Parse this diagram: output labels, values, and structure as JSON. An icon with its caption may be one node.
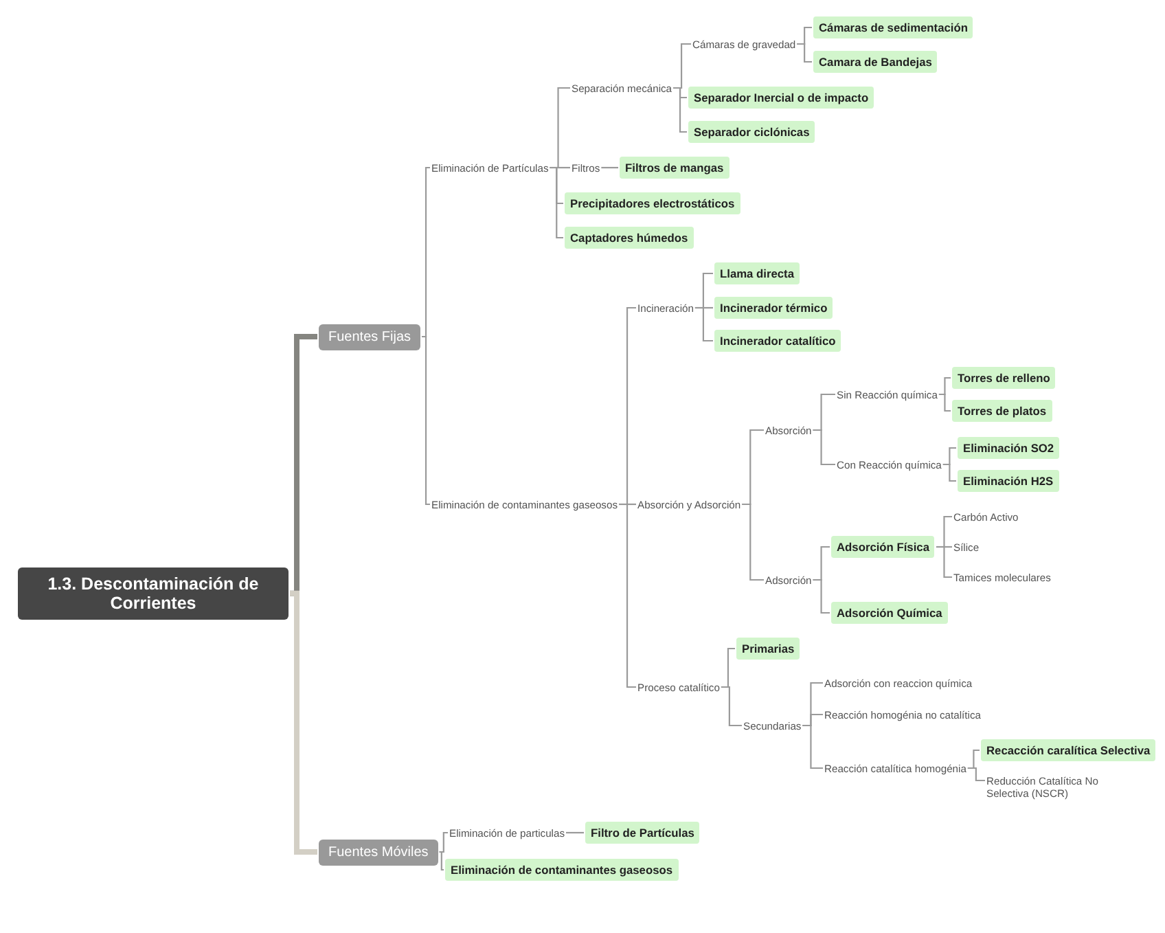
{
  "diagram": {
    "nodes": [
      {
        "text": [
          "1.3. Descontaminación de Corrientes"
        ]
      },
      {
        "text": [
          "Fuentes Fijas"
        ]
      },
      {
        "text": [
          "Fuentes Móviles"
        ]
      },
      {
        "text": [
          "Eliminación de Partículas"
        ]
      },
      {
        "text": [
          "Separación mecánica"
        ]
      },
      {
        "text": [
          "Cámaras de gravedad"
        ]
      },
      {
        "text": [
          "Cámaras de sedimentación"
        ]
      },
      {
        "text": [
          "Camara de Bandejas"
        ]
      },
      {
        "text": [
          "Separador Inercial o de impacto"
        ]
      },
      {
        "text": [
          "Separador ciclónicas"
        ]
      },
      {
        "text": [
          "Filtros"
        ]
      },
      {
        "text": [
          "Filtros de mangas"
        ]
      },
      {
        "text": [
          "Precipitadores electrostáticos"
        ]
      },
      {
        "text": [
          "Captadores húmedos"
        ]
      },
      {
        "text": [
          "Eliminación de contaminantes gaseosos"
        ]
      },
      {
        "text": [
          "Incineración"
        ]
      },
      {
        "text": [
          "Llama directa"
        ]
      },
      {
        "text": [
          "Incinerador térmico"
        ]
      },
      {
        "text": [
          "Incinerador catalítico"
        ]
      },
      {
        "text": [
          "Absorción y Adsorción"
        ]
      },
      {
        "text": [
          "Absorción"
        ]
      },
      {
        "text": [
          "Sin Reacción química"
        ]
      },
      {
        "text": [
          "Torres de relleno"
        ]
      },
      {
        "text": [
          "Torres de platos"
        ]
      },
      {
        "text": [
          "Con Reacción química"
        ]
      },
      {
        "text": [
          "Eliminación SO2"
        ]
      },
      {
        "text": [
          "Eliminación H2S"
        ]
      },
      {
        "text": [
          "Adsorción"
        ]
      },
      {
        "text": [
          "Adsorción Física"
        ]
      },
      {
        "text": [
          "Carbón Activo"
        ]
      },
      {
        "text": [
          "Sílice"
        ]
      },
      {
        "text": [
          "Tamices moleculares"
        ]
      },
      {
        "text": [
          "Adsorción Química"
        ]
      },
      {
        "text": [
          "Proceso catalítico"
        ]
      },
      {
        "text": [
          "Primarias"
        ]
      },
      {
        "text": [
          "Secundarias"
        ]
      },
      {
        "text": [
          "Adsorción con reaccion química"
        ]
      },
      {
        "text": [
          "Reacción homogénia no catalítica"
        ]
      },
      {
        "text": [
          "Reacción catalítica homogénia"
        ]
      },
      {
        "text": [
          "Recacción caralítica Selectiva"
        ]
      },
      {
        "text": [
          "Reducción Catalítica No Selectiva (NSCR)"
        ]
      },
      {
        "text": [
          "Eliminación de particulas"
        ]
      },
      {
        "text": [
          "Filtro de Partículas"
        ]
      },
      {
        "text": [
          "Eliminación de contaminantes gaseosos"
        ]
      }
    ],
    "edges": [
      {
        "from": 0,
        "to": 1,
        "arrow": "none",
        "style": "thick",
        "color": "#858580"
      },
      {
        "from": 0,
        "to": 2,
        "arrow": "none",
        "style": "thick",
        "color": "#d3cfc5"
      },
      {
        "from": 1,
        "to": 3,
        "arrow": "none"
      },
      {
        "from": 3,
        "to": 4,
        "arrow": "none"
      },
      {
        "from": 4,
        "to": 5,
        "arrow": "none"
      },
      {
        "from": 5,
        "to": 6,
        "arrow": "none"
      },
      {
        "from": 5,
        "to": 7,
        "arrow": "none"
      },
      {
        "from": 4,
        "to": 8,
        "arrow": "none"
      },
      {
        "from": 4,
        "to": 9,
        "arrow": "none"
      },
      {
        "from": 3,
        "to": 10,
        "arrow": "none"
      },
      {
        "from": 10,
        "to": 11,
        "arrow": "none"
      },
      {
        "from": 3,
        "to": 12,
        "arrow": "none"
      },
      {
        "from": 3,
        "to": 13,
        "arrow": "none"
      },
      {
        "from": 1,
        "to": 14,
        "arrow": "none"
      },
      {
        "from": 14,
        "to": 15,
        "arrow": "none"
      },
      {
        "from": 15,
        "to": 16,
        "arrow": "none"
      },
      {
        "from": 15,
        "to": 17,
        "arrow": "none"
      },
      {
        "from": 15,
        "to": 18,
        "arrow": "none"
      },
      {
        "from": 14,
        "to": 19,
        "arrow": "none"
      },
      {
        "from": 19,
        "to": 20,
        "arrow": "none"
      },
      {
        "from": 20,
        "to": 21,
        "arrow": "none"
      },
      {
        "from": 21,
        "to": 22,
        "arrow": "none"
      },
      {
        "from": 21,
        "to": 23,
        "arrow": "none"
      },
      {
        "from": 20,
        "to": 24,
        "arrow": "none"
      },
      {
        "from": 24,
        "to": 25,
        "arrow": "none"
      },
      {
        "from": 24,
        "to": 26,
        "arrow": "none"
      },
      {
        "from": 19,
        "to": 27,
        "arrow": "none"
      },
      {
        "from": 27,
        "to": 28,
        "arrow": "none"
      },
      {
        "from": 28,
        "to": 29,
        "arrow": "none"
      },
      {
        "from": 28,
        "to": 30,
        "arrow": "none"
      },
      {
        "from": 28,
        "to": 31,
        "arrow": "none"
      },
      {
        "from": 27,
        "to": 32,
        "arrow": "none"
      },
      {
        "from": 14,
        "to": 33,
        "arrow": "none"
      },
      {
        "from": 33,
        "to": 34,
        "arrow": "none"
      },
      {
        "from": 33,
        "to": 35,
        "arrow": "none"
      },
      {
        "from": 35,
        "to": 36,
        "arrow": "none"
      },
      {
        "from": 35,
        "to": 37,
        "arrow": "none"
      },
      {
        "from": 35,
        "to": 38,
        "arrow": "none"
      },
      {
        "from": 38,
        "to": 39,
        "arrow": "none"
      },
      {
        "from": 38,
        "to": 40,
        "arrow": "none"
      },
      {
        "from": 2,
        "to": 41,
        "arrow": "none"
      },
      {
        "from": 41,
        "to": 42,
        "arrow": "none"
      },
      {
        "from": 2,
        "to": 43,
        "arrow": "none"
      }
    ]
  }
}
